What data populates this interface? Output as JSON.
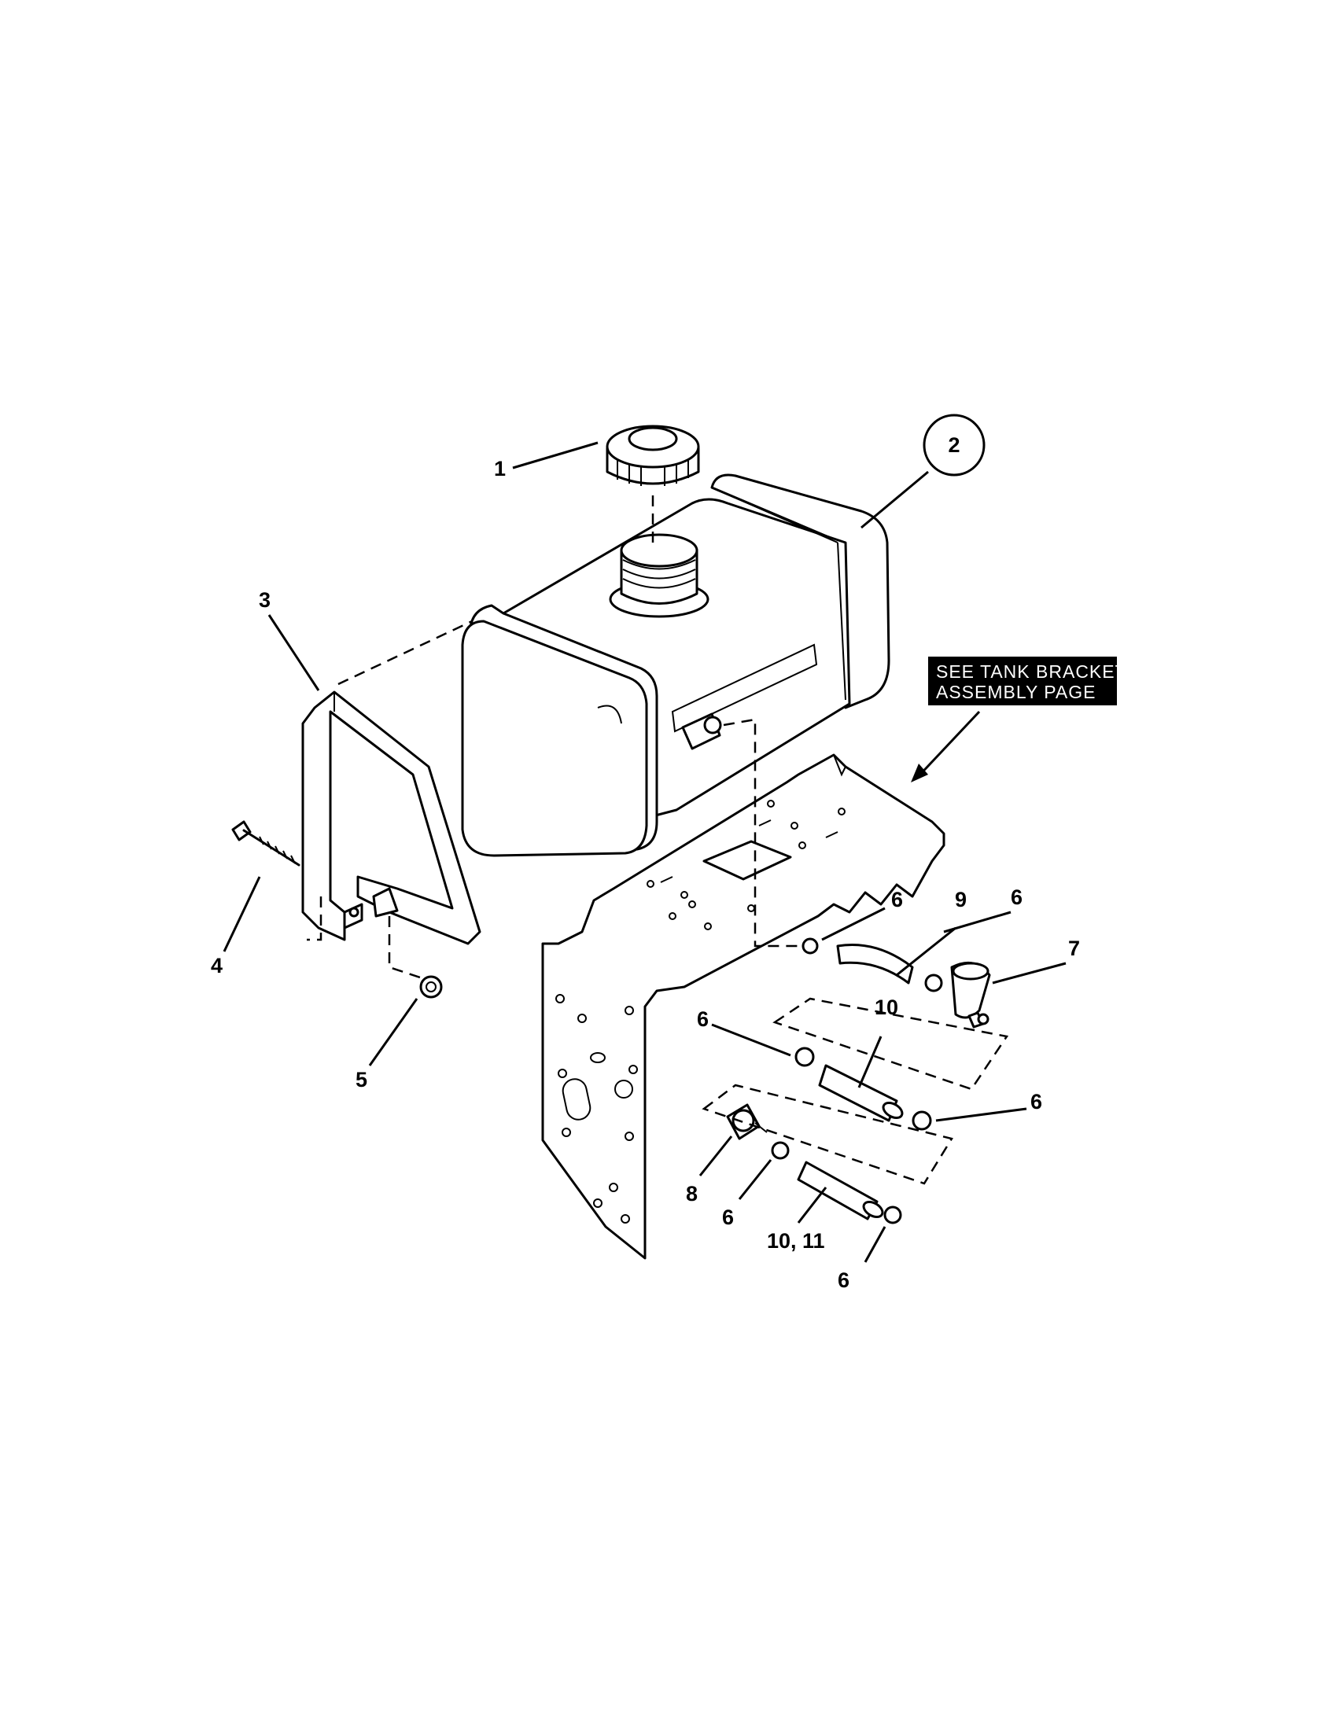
{
  "callouts": {
    "c1": "1",
    "c2": "2",
    "c3": "3",
    "c4": "4",
    "c5": "5",
    "c6a": "6",
    "c6b": "6",
    "c6c": "6",
    "c6d": "6",
    "c6e": "6",
    "c6f": "6",
    "c7": "7",
    "c8": "8",
    "c9": "9",
    "c10a": "10",
    "c10_11": "10, 11"
  },
  "note": {
    "line1": "SEE TANK BRACKET",
    "line2": "ASSEMBLY PAGE"
  }
}
